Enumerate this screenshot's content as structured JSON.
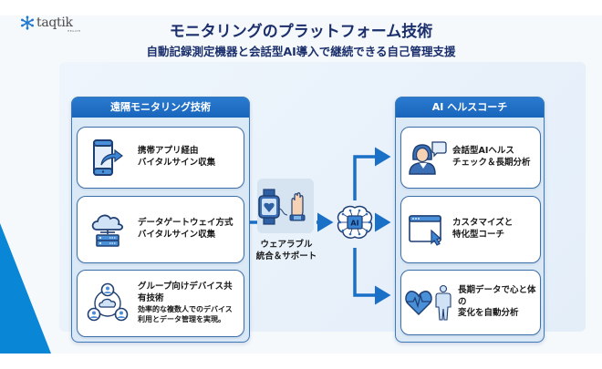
{
  "brand": {
    "logo_text": "taqtik",
    "logo_sub": "HEALTH"
  },
  "header": {
    "title": "モニタリングのプラットフォーム技術",
    "subtitle": "自動記録測定機器と会話型AI導入で継続できる自己管理支援"
  },
  "left_group": {
    "heading": "遠隔モニタリング技術",
    "items": [
      {
        "icon": "smartphone-share-icon",
        "line1": "携帯アプリ経由",
        "line2": "バイタルサイン収集"
      },
      {
        "icon": "cloud-server-icon",
        "line1": "データゲートウェイ方式",
        "line2": "バイタルサイン収集"
      },
      {
        "icon": "group-network-icon",
        "line1": "グループ向けデバイス共",
        "line2": "有技術",
        "desc1": "効率的な複数人でのデバイス",
        "desc2": "利用とデータ管理を実現。"
      }
    ]
  },
  "center": {
    "wearable_icon": "smartwatch-hand-icon",
    "wearable_line1": "ウェアラブル",
    "wearable_line2": "統合＆サポート",
    "ai_icon": "ai-brain-icon",
    "ai_chip_label": "AI"
  },
  "right_group": {
    "heading": "AI ヘルスコーチ",
    "items": [
      {
        "icon": "chat-person-icon",
        "line1": "会話型AIヘルス",
        "line2": "チェック＆長期分析"
      },
      {
        "icon": "browser-cursor-icon",
        "line1": "カスタマイズと",
        "line2": "特化型コーチ"
      },
      {
        "icon": "heart-body-icon",
        "line1": "長期データで心と体の",
        "line2": "変化を自動分析"
      }
    ]
  },
  "colors": {
    "primary": "#1866bc",
    "accent": "#0a86d6",
    "title": "#1a2f6b",
    "icon_fill": "#4a90d9",
    "icon_stroke": "#1f3f73"
  }
}
